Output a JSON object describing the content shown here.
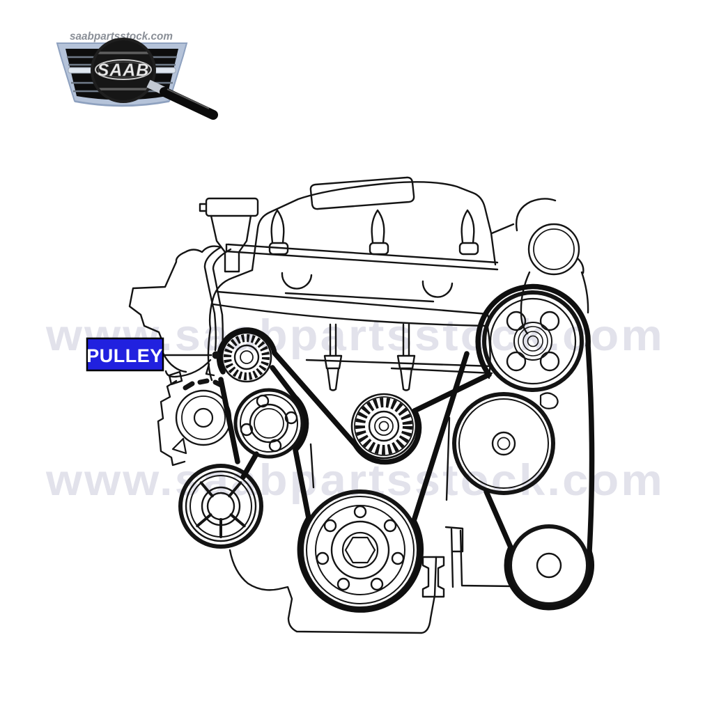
{
  "page": {
    "background": "#ffffff"
  },
  "logo": {
    "site_text": "saabpartsstock.com",
    "site_text_color": "#8a8f97",
    "emblem_text": "SAAB",
    "emblem_text_color": "#ececec",
    "grille_fill": "#b5c3d9",
    "grille_edge": "#8ea1bf",
    "grille_slats": "#0d0d0d",
    "lens_fill": "#161616",
    "handle_color": "#0b0b0b",
    "ferrule_color": "#c3c9d2"
  },
  "watermark": {
    "text": "www.saabpartsstock.com",
    "color": "#e2e2eb"
  },
  "callout": {
    "label": "PULLEY",
    "bg": "#2121df",
    "fg": "#ffffff",
    "border": "#000000"
  },
  "diagram": {
    "ink": "#141414",
    "belt": "#0f0f0f"
  },
  "icons": {
    "magnifier": "magnifying-glass-over-saab-grille"
  }
}
